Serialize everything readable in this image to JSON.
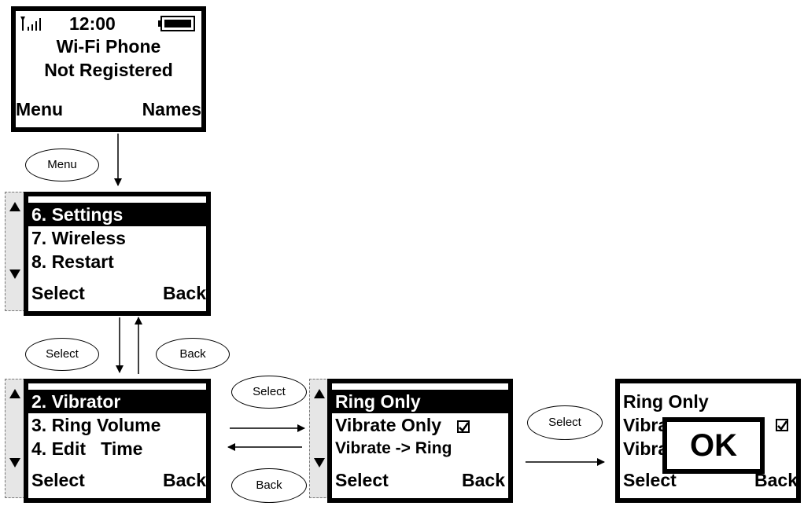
{
  "screen1": {
    "time": "12:00",
    "line1": "Wi-Fi Phone",
    "line2": "Not Registered",
    "soft_left": "Menu",
    "soft_right": "Names"
  },
  "screen2": {
    "items": [
      "6. Settings",
      "7. Wireless",
      "8. Restart"
    ],
    "soft_left": "Select",
    "soft_right": "Back"
  },
  "screen3": {
    "items": [
      "2. Vibrator",
      "3. Ring Volume",
      "4. Edit   Time"
    ],
    "soft_left": "Select",
    "soft_right": "Back"
  },
  "screen4": {
    "items": [
      "Ring Only",
      "Vibrate Only",
      "Vibrate -> Ring"
    ],
    "checked_index": 1,
    "soft_left": "Select",
    "soft_right": "Back"
  },
  "screen5": {
    "items": [
      "Ring Only",
      "Vibra",
      "Vibra"
    ],
    "ok_label": "OK",
    "soft_left": "Select",
    "soft_right": "Back"
  },
  "bubbles": {
    "menu": "Menu",
    "select1": "Select",
    "back1": "Back",
    "select2": "Select",
    "back2": "Back",
    "select3": "Select"
  },
  "icons": {
    "signal": "signal-strength-icon",
    "battery": "battery-icon",
    "scroll_up": "scroll-up-arrow-icon",
    "scroll_down": "scroll-down-arrow-icon",
    "checkbox": "checked-box-icon"
  }
}
